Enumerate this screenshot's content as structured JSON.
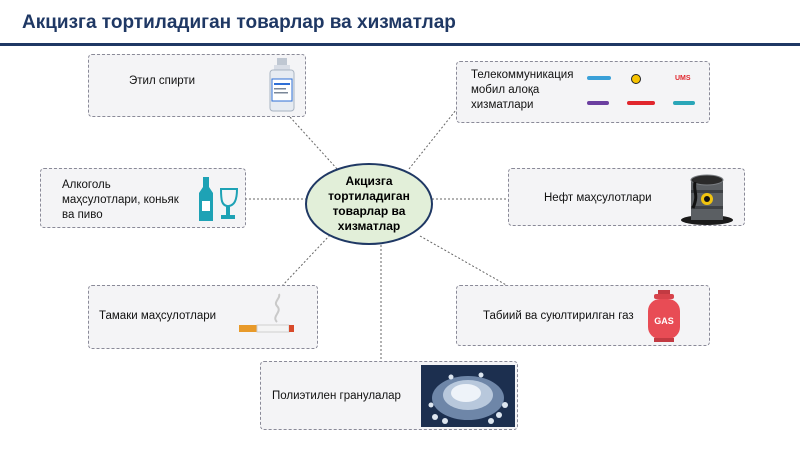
{
  "title": "Акцизга тортиладиган товарлар ва хизматлар",
  "center_label": "Акцизга тортиладиган товарлар ва хизматлар",
  "nodes": {
    "ethyl": "Этил спирти",
    "alcohol": "Алкоголь маҳсулотлари, коньяк ва пиво",
    "tobacco": "Тамаки маҳсулотлари",
    "polyethylene": "Полиэтилен гранулалар",
    "gas": "Табиий ва суюлтирилган газ",
    "oil": "Нефт маҳсулотлари",
    "telecom": "Телекоммуникация мобил алоқа хизматлари"
  },
  "gas_cylinder_text": "GAS",
  "telecom_logos": [
    "UMS"
  ],
  "colors": {
    "title": "#1f3864",
    "center_fill": "#e2efd9",
    "bottle_teal": "#1ea2b5",
    "cylinder_red": "#e84c55"
  }
}
